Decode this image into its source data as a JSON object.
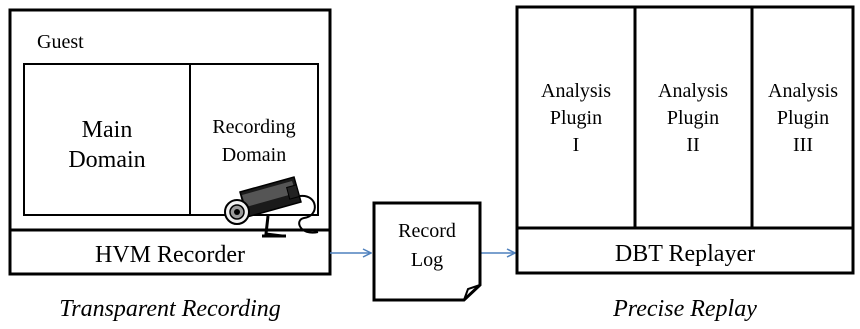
{
  "recording_side": {
    "guest_label": "Guest",
    "main_domain": [
      "Main",
      "Domain"
    ],
    "recording_domain": [
      "Recording",
      "Domain"
    ],
    "camera_icon": "camera-icon",
    "recorder_label": "HVM Recorder",
    "caption": "Transparent Recording"
  },
  "record_log": {
    "lines": [
      "Record",
      "Log"
    ],
    "icon": "document-icon"
  },
  "replay_side": {
    "plugins": [
      {
        "lines": [
          "Analysis",
          "Plugin",
          "I"
        ]
      },
      {
        "lines": [
          "Analysis",
          "Plugin",
          "II"
        ]
      },
      {
        "lines": [
          "Analysis",
          "Plugin",
          "III"
        ]
      }
    ],
    "replayer_label": "DBT Replayer",
    "caption": "Precise Replay"
  },
  "colors": {
    "arrow": "#4f81bd",
    "stroke": "#000000"
  }
}
